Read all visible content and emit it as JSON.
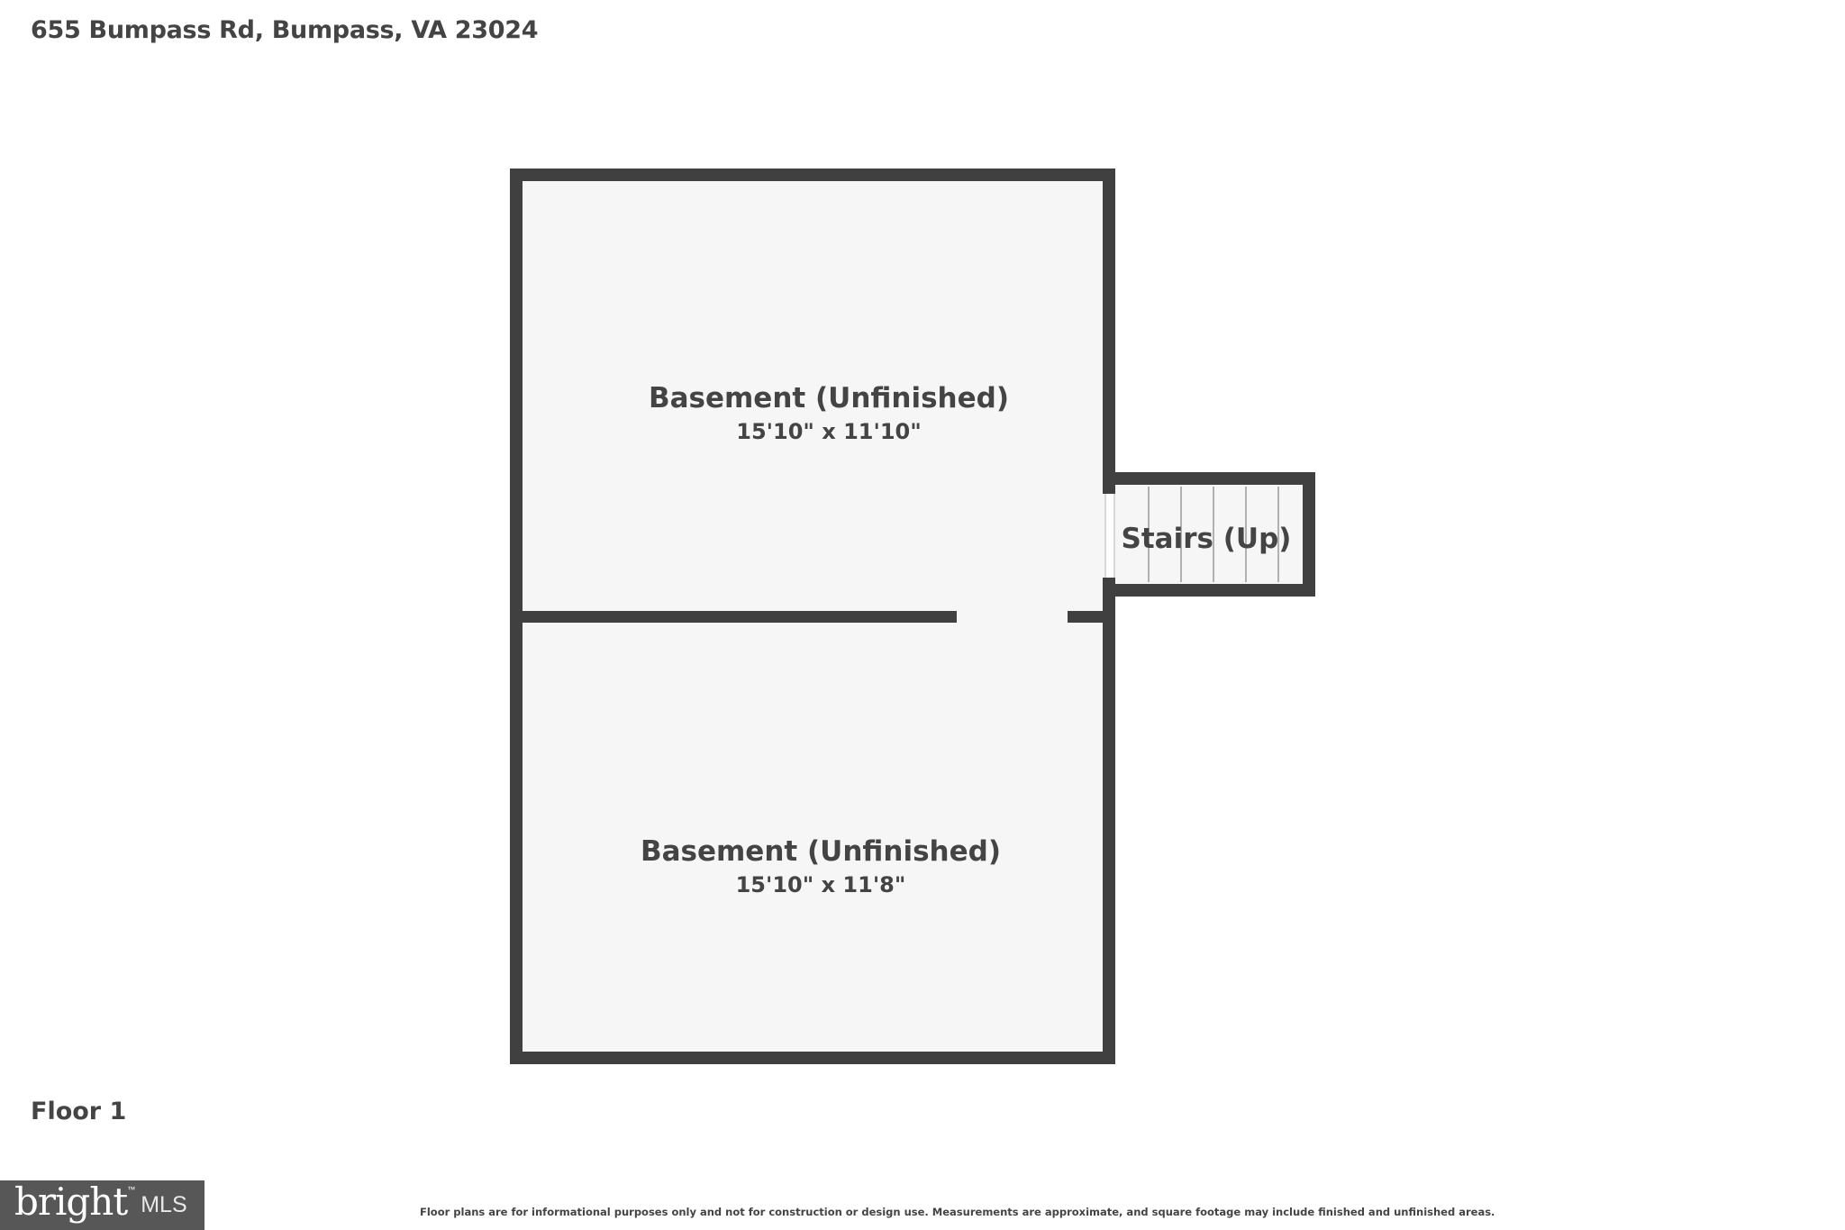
{
  "header": {
    "address": "655 Bumpass Rd, Bumpass, VA 23024"
  },
  "floor": {
    "label": "Floor 1"
  },
  "rooms": [
    {
      "name": "Basement (Unfinished)",
      "dimensions": "15'10\" x 11'10\""
    },
    {
      "name": "Basement (Unfinished)",
      "dimensions": "15'10\" x 11'8\""
    },
    {
      "name": "Stairs (Up)"
    }
  ],
  "footer": {
    "disclaimer": "Floor plans are for informational purposes only and not for construction or design use. Measurements are approximate, and square footage may include finished and unfinished areas.",
    "logo_word": "bright",
    "logo_tm": "™",
    "logo_mls": "MLS"
  },
  "colors": {
    "wall": "#404040",
    "floor_fill": "#f6f6f6",
    "text": "#444444",
    "logo_bg": "#575757"
  }
}
